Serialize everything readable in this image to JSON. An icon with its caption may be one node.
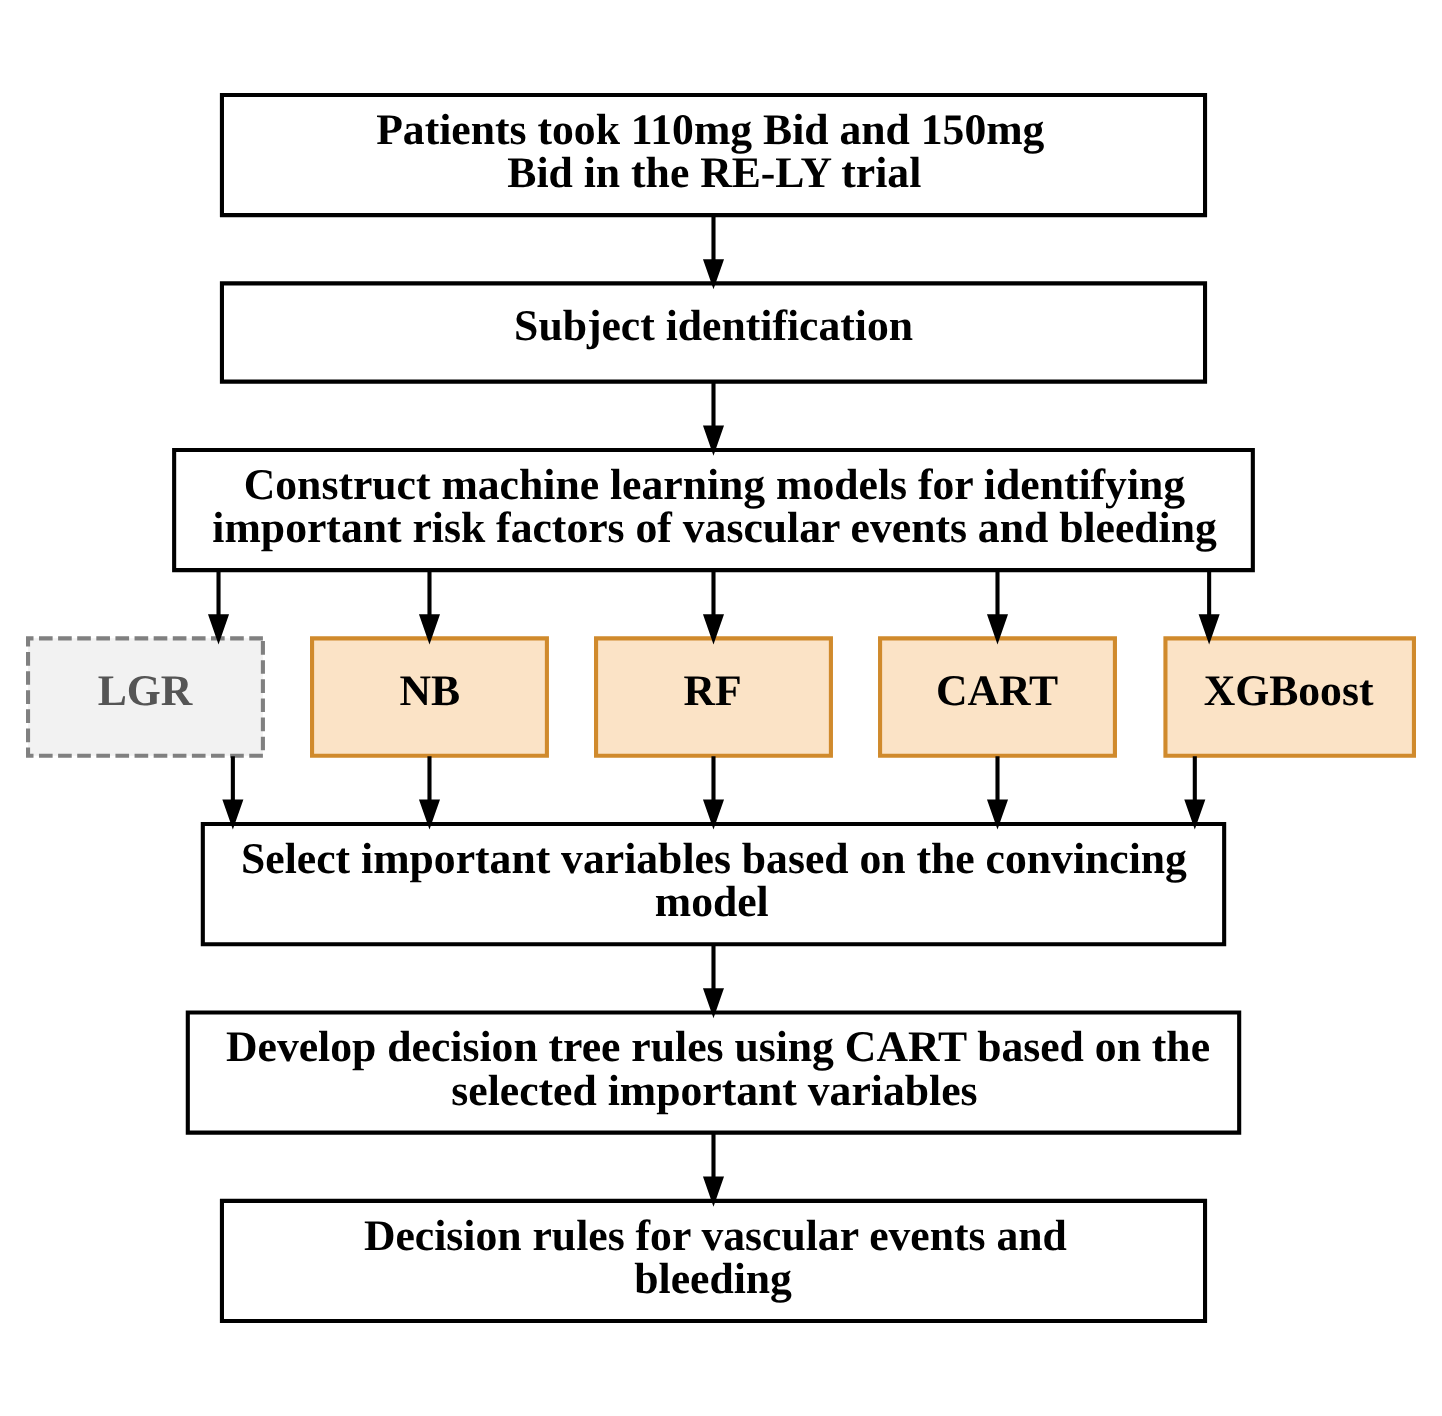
{
  "diagram": {
    "nodes": [
      {
        "text": [
          "Patients took 110mg Bid and 150mg Bid in the RE-LY trial"
        ]
      },
      {
        "text": [
          "Subject identification"
        ]
      },
      {
        "text": [
          "Construct machine learning models for identifying important risk factors of vascular events and bleeding"
        ]
      },
      {
        "text": [
          "LGR"
        ]
      },
      {
        "text": [
          "NB"
        ]
      },
      {
        "text": [
          "RF"
        ]
      },
      {
        "text": [
          "CART"
        ]
      },
      {
        "text": [
          "XGBoost"
        ]
      },
      {
        "text": [
          "Select important variables based on the convincing model"
        ]
      },
      {
        "text": [
          "Develop decision tree rules using CART based on the selected important variables"
        ]
      },
      {
        "text": [
          "Decision rules for vascular events and bleeding"
        ]
      }
    ],
    "edges": [
      {
        "from": 0,
        "to": 1,
        "arrow": "to"
      },
      {
        "from": 1,
        "to": 2,
        "arrow": "to"
      },
      {
        "from": 2,
        "to": 3,
        "arrow": "to"
      },
      {
        "from": 2,
        "to": 4,
        "arrow": "to"
      },
      {
        "from": 2,
        "to": 5,
        "arrow": "to"
      },
      {
        "from": 2,
        "to": 6,
        "arrow": "to"
      },
      {
        "from": 2,
        "to": 7,
        "arrow": "to"
      },
      {
        "from": 3,
        "to": 8,
        "arrow": "to"
      },
      {
        "from": 4,
        "to": 8,
        "arrow": "to"
      },
      {
        "from": 5,
        "to": 8,
        "arrow": "to"
      },
      {
        "from": 6,
        "to": 8,
        "arrow": "to"
      },
      {
        "from": 7,
        "to": 8,
        "arrow": "to"
      },
      {
        "from": 8,
        "to": 9,
        "arrow": "to"
      },
      {
        "from": 9,
        "to": 10,
        "arrow": "to"
      }
    ]
  }
}
